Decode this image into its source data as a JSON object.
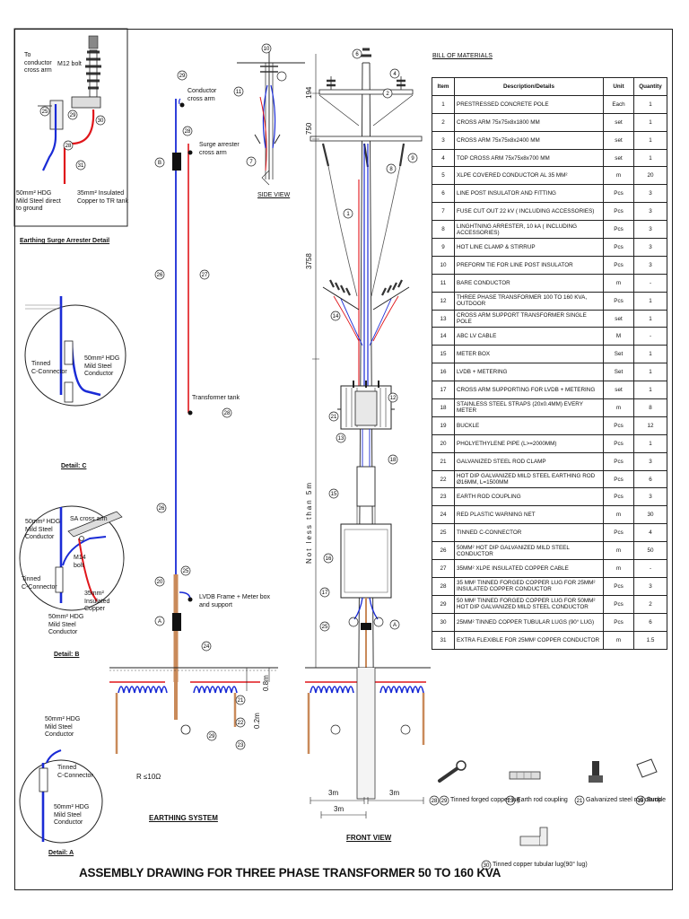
{
  "title": "ASSEMBLY DRAWING FOR THREE PHASE TRANSFORMER 50 TO 160 KVA",
  "bom": {
    "heading": "BILL OF MATERIALS",
    "columns": [
      "Item",
      "Description/Details",
      "Unit",
      "Quantity"
    ],
    "rows": [
      {
        "item": "1",
        "desc": "PRESTRESSED CONCRETE POLE",
        "unit": "Each",
        "qty": "1"
      },
      {
        "item": "2",
        "desc": "CROSS ARM 75x75x8x1800 MM",
        "unit": "set",
        "qty": "1"
      },
      {
        "item": "3",
        "desc": "CROSS ARM 75x75x8x2400 MM",
        "unit": "set",
        "qty": "1"
      },
      {
        "item": "4",
        "desc": "TOP CROSS ARM 75x75x8x700 MM",
        "unit": "set",
        "qty": "1"
      },
      {
        "item": "5",
        "desc": "XLPE COVERED CONDUCTOR AL 35 MM²",
        "unit": "m",
        "qty": "20"
      },
      {
        "item": "6",
        "desc": "LINE POST INSULATOR AND FITTING",
        "unit": "Pcs",
        "qty": "3"
      },
      {
        "item": "7",
        "desc": "FUSE CUT OUT 22 kV ( INCLUDING ACCESSORIES)",
        "unit": "Pcs",
        "qty": "3"
      },
      {
        "item": "8",
        "desc": "LINGHTNING ARRESTER, 10 kA ( INCLUDING ACCESSORIES)",
        "unit": "Pcs",
        "qty": "3"
      },
      {
        "item": "9",
        "desc": "HOT LINE CLAMP & STIRRUP",
        "unit": "Pcs",
        "qty": "3"
      },
      {
        "item": "10",
        "desc": "PREFORM TIE FOR LINE POST INSULATOR",
        "unit": "Pcs",
        "qty": "3"
      },
      {
        "item": "11",
        "desc": "BARE CONDUCTOR",
        "unit": "m",
        "qty": "-"
      },
      {
        "item": "12",
        "desc": "THREE PHASE TRANSFORMER 100 TO 160 KVA, OUTDOOR",
        "unit": "Pcs",
        "qty": "1"
      },
      {
        "item": "13",
        "desc": "CROSS ARM SUPPORT TRANSFORMER SINGLE POLE",
        "unit": "set",
        "qty": "1"
      },
      {
        "item": "14",
        "desc": "ABC LV CABLE",
        "unit": "M",
        "qty": "-"
      },
      {
        "item": "15",
        "desc": "METER BOX",
        "unit": "Set",
        "qty": "1"
      },
      {
        "item": "16",
        "desc": "LVDB + METERING",
        "unit": "Set",
        "qty": "1"
      },
      {
        "item": "17",
        "desc": "CROSS ARM SUPPORTING FOR LVDB + METERING",
        "unit": "set",
        "qty": "1"
      },
      {
        "item": "18",
        "desc": "STAINLESS STEEL STRAPS (20x0.4MM) EVERY METER",
        "unit": "m",
        "qty": "8"
      },
      {
        "item": "19",
        "desc": "BUCKLE",
        "unit": "Pcs",
        "qty": "12"
      },
      {
        "item": "20",
        "desc": "PHOLYETHYLENE PIPE (L>=2000MM)",
        "unit": "Pcs",
        "qty": "1"
      },
      {
        "item": "21",
        "desc": "GALVANIZED STEEL ROD CLAMP",
        "unit": "Pcs",
        "qty": "3"
      },
      {
        "item": "22",
        "desc": "HOT DIP GALVANIZED MILD STEEL EARTHING ROD Ø16MM, L=1500MM",
        "unit": "Pcs",
        "qty": "6"
      },
      {
        "item": "23",
        "desc": "EARTH ROD COUPLING",
        "unit": "Pcs",
        "qty": "3"
      },
      {
        "item": "24",
        "desc": "RED PLASTIC WARNING NET",
        "unit": "m",
        "qty": "30"
      },
      {
        "item": "25",
        "desc": "TINNED C-CONNECTOR",
        "unit": "Pcs",
        "qty": "4"
      },
      {
        "item": "26",
        "desc": "50MM² HOT DIP GALVANIZED MILD STEEL CONDUCTOR",
        "unit": "m",
        "qty": "50"
      },
      {
        "item": "27",
        "desc": "35MM² XLPE INSULATED COPPER CABLE",
        "unit": "m",
        "qty": "-"
      },
      {
        "item": "28",
        "desc": "35 MM² TINNED FORGED COPPER LUG FOR 25MM² INSULATED COPPER CONDUCTOR",
        "unit": "Pcs",
        "qty": "3"
      },
      {
        "item": "29",
        "desc": "50 MM² TINNED FORGED COPPER LUG FOR 50MM² HOT DIP GALVANIZED MILD STEEL CONDUCTOR",
        "unit": "Pcs",
        "qty": "2"
      },
      {
        "item": "30",
        "desc": "25MM² TINNED COPPER TUBULAR LUGS (90° LUG)",
        "unit": "Pcs",
        "qty": "6"
      },
      {
        "item": "31",
        "desc": "EXTRA FLEXIBLE FOR 25MM² COPPER CONDUCTOR",
        "unit": "m",
        "qty": "1.5"
      }
    ]
  },
  "detail_top": {
    "to_conductor": "To\nconductor\ncross arm",
    "m12": "M12 bolt",
    "hdg": "50mm² HDG\nMild Steel direct\nto ground",
    "copper": "35mm² Insulated\nCopper to TR tank",
    "caption": "Earthing Surge Arrester Detail"
  },
  "detail_c": {
    "tinned": "Tinned\nC-Connector",
    "hdg": "50mm² HDG\nMild Steel\nConductor",
    "caption": "Detail: C"
  },
  "detail_b": {
    "hdg_top": "50mm² HDG\nMild Steel\nConductor",
    "sa": "SA cross arm",
    "m14": "M14\nbolt",
    "tinned": "Tinned\nC-Connector",
    "copper": "35mm²\nInsulated\nCopper",
    "hdg_bottom": "50mm² HDG\nMild Steel\nConductor",
    "caption": "Detail: B"
  },
  "detail_a": {
    "hdg_top": "50mm² HDG\nMild Steel\nConductor",
    "tinned": "Tinned\nC-Connector",
    "hdg_bottom": "50mm² HDG\nMild Steel\nConductor",
    "caption": "Detail: A"
  },
  "earthing": {
    "conductor": "Conductor\ncross arm",
    "surge": "Surge arrester\ncross arm",
    "tank": "Transformer tank",
    "lvdb": "LVDB Frame + Meter box\nand support",
    "r": "R ≤10Ω",
    "caption": "EARTHING SYSTEM",
    "dim1": "0.8m",
    "dim2": "0.2m"
  },
  "views": {
    "side": "SIDE VIEW",
    "front": "FRONT VIEW",
    "d750": "750",
    "d194": "194",
    "d3758": "3758",
    "d5m": "Not less than 5m",
    "d3m_a": "3m",
    "d3m_b": "3m",
    "d3m_c": "3m"
  },
  "legend": {
    "lug": "Tinned forged\ncopper lug",
    "coupling": "Earth rod coupling",
    "clamp": "Galvanized steel\nrod clamp",
    "buckle": "Buckle",
    "tubular": "Tinned copper tubular lug(90° lug)"
  },
  "colors": {
    "hdg": "#1a2bd6",
    "copper": "#e0161b",
    "rod": "#c98a5a"
  }
}
